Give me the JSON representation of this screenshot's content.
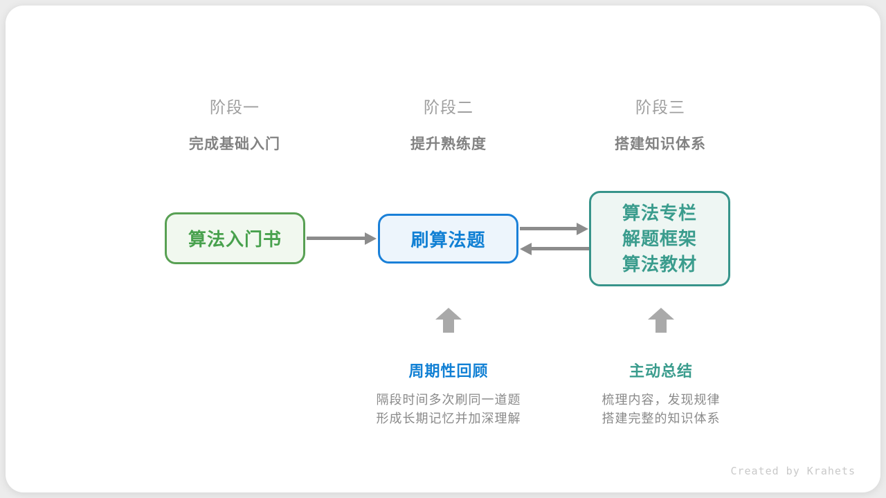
{
  "stages": [
    {
      "label": "阶段一",
      "subtitle": "完成基础入门"
    },
    {
      "label": "阶段二",
      "subtitle": "提升熟练度"
    },
    {
      "label": "阶段三",
      "subtitle": "搭建知识体系"
    }
  ],
  "nodes": {
    "intro_book": {
      "label": "算法入门书"
    },
    "practice": {
      "label": "刷算法题"
    },
    "resources": {
      "lines": [
        "算法专栏",
        "解题框架",
        "算法教材"
      ]
    }
  },
  "annotations": [
    {
      "title": "周期性回顾",
      "desc_line1": "隔段时间多次刷同一道题",
      "desc_line2": "形成长期记忆并加深理解"
    },
    {
      "title": "主动总结",
      "desc_line1": "梳理内容，发现规律",
      "desc_line2": "搭建完整的知识体系"
    }
  ],
  "credit": "Created by Krahets",
  "colors": {
    "green_border": "#58a053",
    "green_text": "#48a14d",
    "green_bg": "#f1f8ef",
    "blue_border": "#1a80d8",
    "blue_text": "#1180d4",
    "blue_bg": "#edf5fc",
    "teal_border": "#37948a",
    "teal_text": "#3a9c8d",
    "teal_bg": "#eef6f3",
    "arrow": "#8c8c8c",
    "up_arrow": "#a9a9a9",
    "stage_label": "#9e9e9e",
    "stage_subtitle": "#828282",
    "description": "#8a8a8a",
    "credit": "#c9c9c9",
    "card_bg": "#ffffff",
    "page_bg": "#ececec"
  }
}
